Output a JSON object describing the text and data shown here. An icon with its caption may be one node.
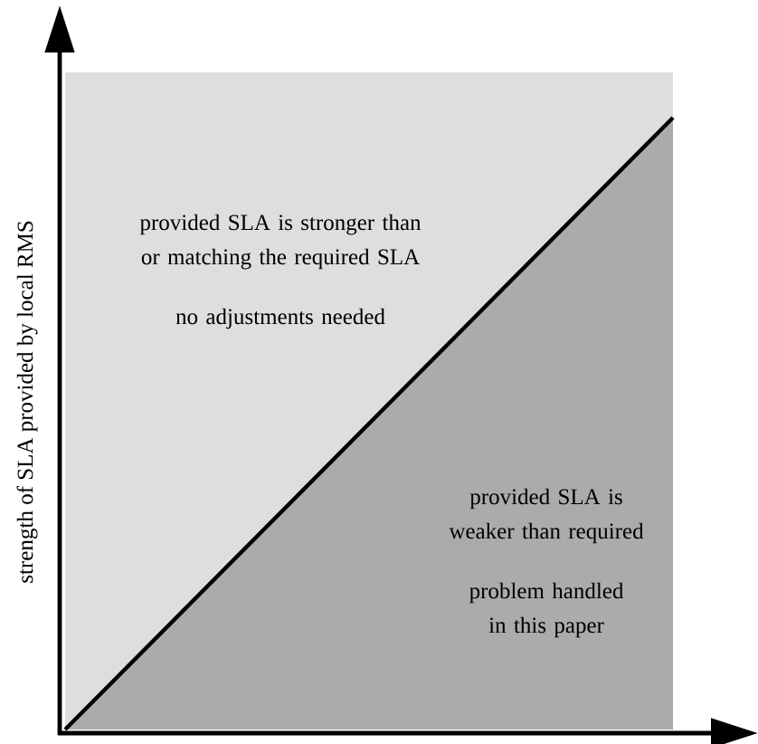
{
  "diagram": {
    "nodes": [
      {
        "text": [
          "provided SLA is stronger than or matching the required SLA",
          "no adjustments needed"
        ]
      },
      {
        "text": [
          "provided SLA is weaker than required",
          "problem handled in this paper"
        ]
      }
    ],
    "labels": [
      "strength of SLA provided by local RMS"
    ]
  }
}
